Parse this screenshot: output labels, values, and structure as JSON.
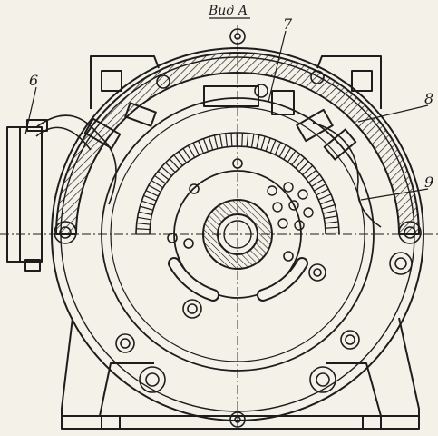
{
  "drawing": {
    "view_title": "Вид А",
    "callouts": [
      {
        "id": "c6",
        "text": "6"
      },
      {
        "id": "c7",
        "text": "7"
      },
      {
        "id": "c8",
        "text": "8"
      },
      {
        "id": "c9",
        "text": "9"
      }
    ],
    "colors": {
      "ink": "#1d1d1d",
      "paper": "#f4f1e8"
    }
  }
}
